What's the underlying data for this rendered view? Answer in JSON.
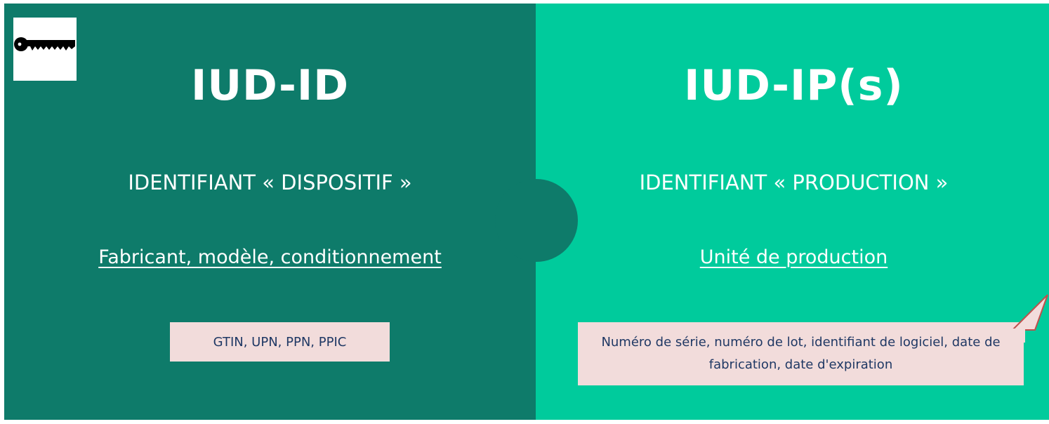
{
  "left": {
    "title": "IUD-ID",
    "subtitle": "IDENTIFIANT « DISPOSITIF »",
    "description": "Fabricant, modèle, conditionnement",
    "codes": "GTIN, UPN, PPN, PPIC",
    "icon": "key-icon"
  },
  "right": {
    "title": "IUD-IP(s)",
    "subtitle": "IDENTIFIANT « PRODUCTION »",
    "description": "Unité de production",
    "codes": "Numéro de série, numéro de lot, identifiant de logiciel, date de fabrication, date d'expiration"
  },
  "colors": {
    "left_panel": "#0e7b6a",
    "right_panel": "#00cb9c",
    "codes_box": "#f2dcdb",
    "codes_text": "#1f3864",
    "text": "#ffffff",
    "callout_border": "#c0504d"
  }
}
